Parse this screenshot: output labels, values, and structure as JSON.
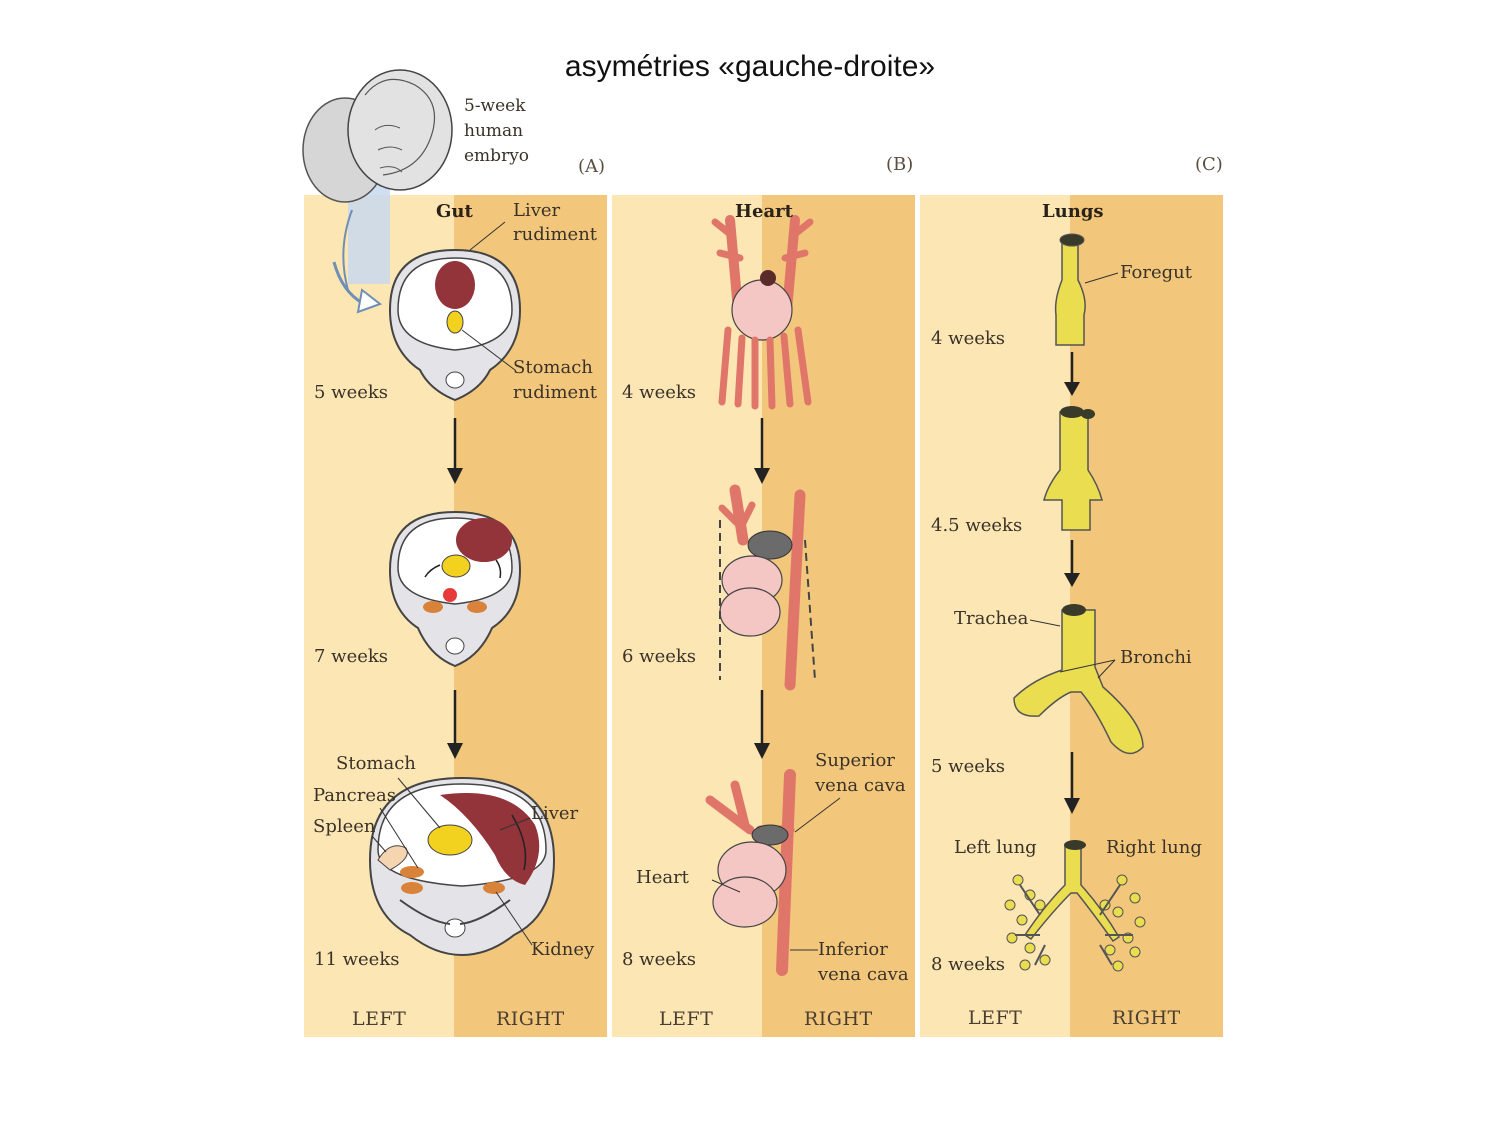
{
  "title": "asymétries «gauche-droite»",
  "embryo_caption": [
    "5-week",
    "human",
    "embryo"
  ],
  "side_labels": {
    "left": "LEFT",
    "right": "RIGHT"
  },
  "panels": [
    {
      "letter": "(A)",
      "header": "Gut",
      "stages": [
        "5 weeks",
        "7 weeks",
        "11 weeks"
      ],
      "labels": {
        "liver_rudiment": [
          "Liver",
          "rudiment"
        ],
        "stomach_rudiment": [
          "Stomach",
          "rudiment"
        ],
        "stomach": "Stomach",
        "pancreas": "Pancreas",
        "spleen": "Spleen",
        "liver": "Liver",
        "kidney": "Kidney"
      }
    },
    {
      "letter": "(B)",
      "header": "Heart",
      "stages": [
        "4 weeks",
        "6 weeks",
        "8 weeks"
      ],
      "labels": {
        "superior_vena_cava": [
          "Superior",
          "vena cava"
        ],
        "heart": "Heart",
        "inferior_vena_cava": [
          "Inferior",
          "vena cava"
        ]
      }
    },
    {
      "letter": "(C)",
      "header": "Lungs",
      "stages": [
        "4 weeks",
        "4.5 weeks",
        "5 weeks",
        "8 weeks"
      ],
      "labels": {
        "foregut": "Foregut",
        "trachea": "Trachea",
        "bronchi": "Bronchi",
        "left_lung": "Left lung",
        "right_lung": "Right lung"
      }
    }
  ],
  "colors": {
    "left_band": "#fbe6b4",
    "right_band": "#f2c77c",
    "liver": "#93333a",
    "stomach": "#f2d21e",
    "heart": "#f4c6c4",
    "vessel": "#e0766a",
    "lung": "#eadd50",
    "kidney": "#d9823a",
    "body_section": "#e4e4e8"
  }
}
